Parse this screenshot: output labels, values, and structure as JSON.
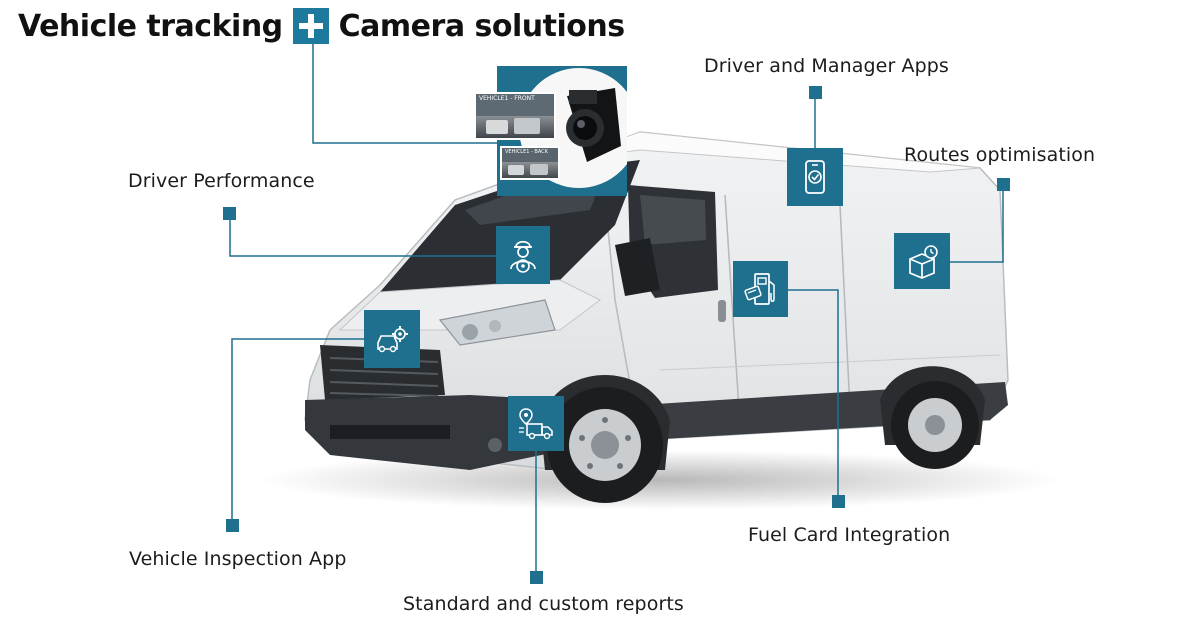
{
  "header": {
    "title_left": "Vehicle tracking",
    "title_right": "Camera solutions",
    "plus_icon": "plus-icon"
  },
  "features": {
    "driver_manager_apps": "Driver and Manager Apps",
    "routes_optimisation": "Routes optimisation",
    "driver_performance": "Driver Performance",
    "fuel_card_integration": "Fuel Card Integration",
    "vehicle_inspection_app": "Vehicle Inspection App",
    "standard_custom_reports": "Standard and custom reports"
  },
  "camera": {
    "front_label": "VEHICLE1 - FRONT",
    "back_label": "VEHICLE1 - BACK"
  },
  "colors": {
    "accent": "#1f6f8e",
    "van_body": "#e9ebec",
    "van_dark": "#2a2d30"
  }
}
